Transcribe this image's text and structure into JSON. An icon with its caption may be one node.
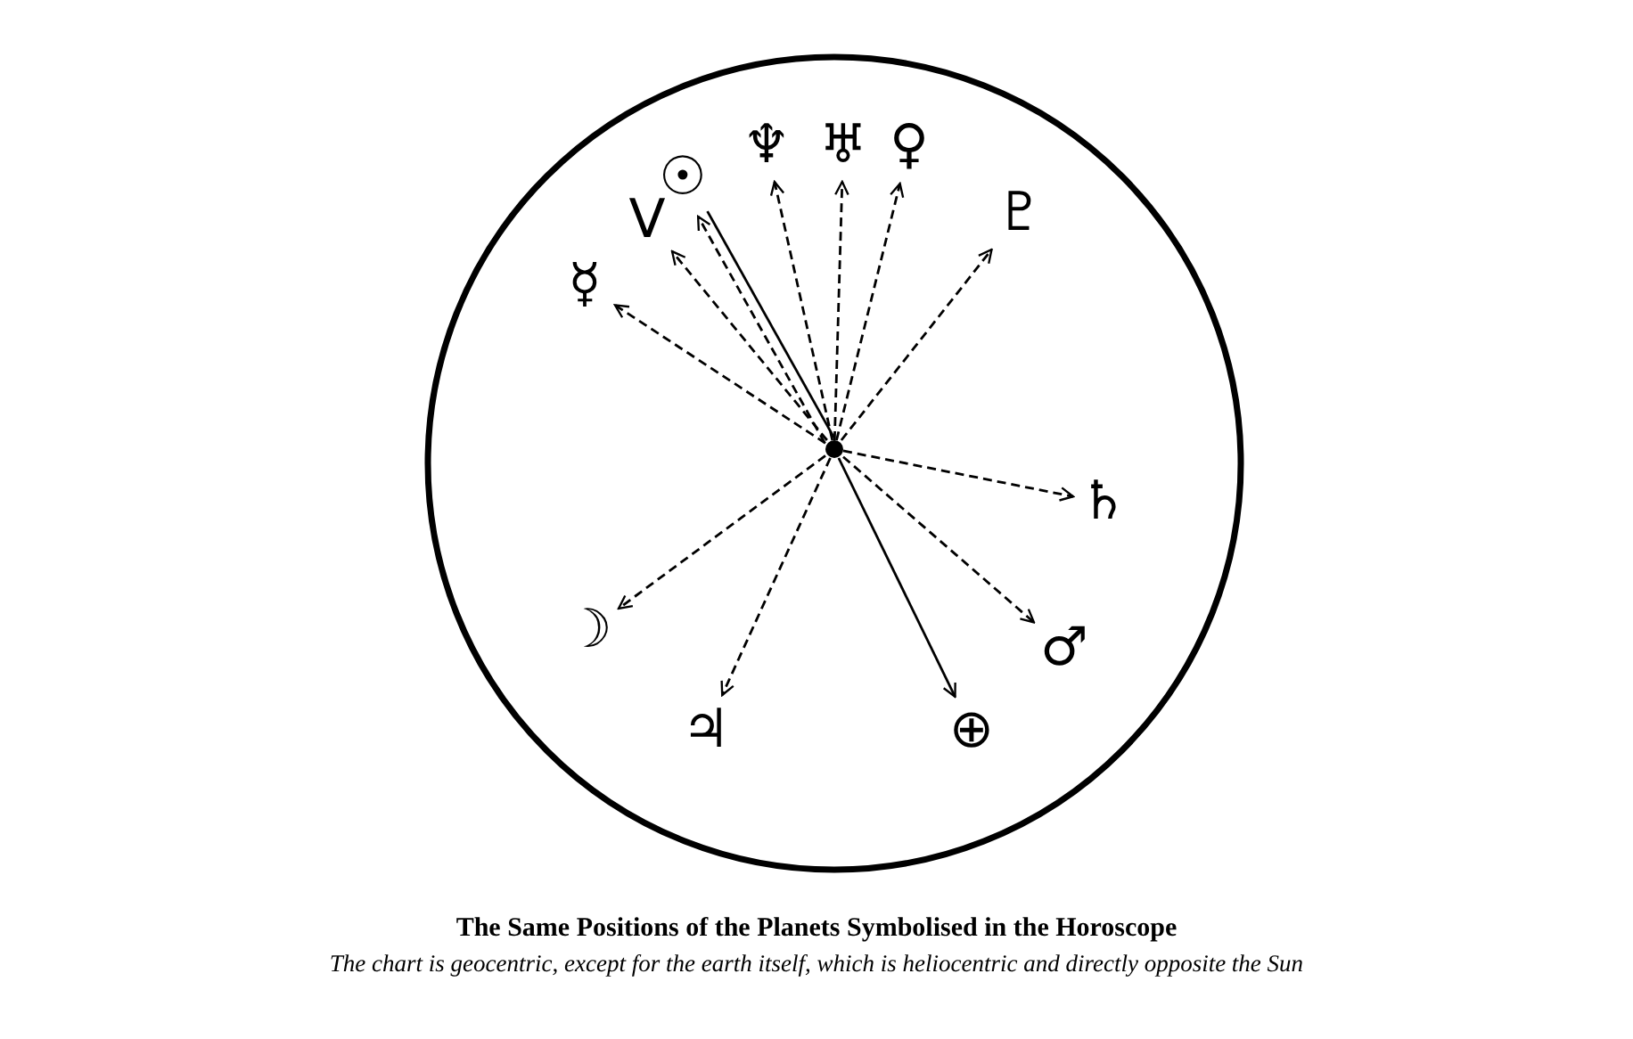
{
  "diagram": {
    "title": "The Same Positions of the Planets Symbolised in the Horoscope",
    "caption": "The chart is geocentric, except for the earth itself, which is heliocentric and directly opposite the Sun",
    "nodes": [
      {
        "text": [
          "☿"
        ]
      },
      {
        "text": [
          "V"
        ]
      },
      {
        "text": [
          "☉"
        ]
      },
      {
        "text": [
          "♆"
        ]
      },
      {
        "text": [
          "♅"
        ]
      },
      {
        "text": [
          "♀"
        ]
      },
      {
        "text": [
          "♇"
        ]
      },
      {
        "text": [],
        "shape": "circle"
      },
      {
        "text": [
          "♄"
        ]
      },
      {
        "text": [
          "☽"
        ]
      },
      {
        "text": [
          "♂"
        ]
      },
      {
        "text": [
          "♃"
        ]
      },
      {
        "text": [
          "⊕"
        ]
      }
    ],
    "edges": [
      {
        "from": 7,
        "to": 0,
        "arrow": "to",
        "style": "dashed"
      },
      {
        "from": 7,
        "to": 1,
        "arrow": "to",
        "style": "dashed"
      },
      {
        "from": 7,
        "to": 2,
        "arrow": "to",
        "style": "dashed"
      },
      {
        "from": 7,
        "to": 2,
        "arrow": "none"
      },
      {
        "from": 7,
        "to": 3,
        "arrow": "to",
        "style": "dashed"
      },
      {
        "from": 7,
        "to": 4,
        "arrow": "to",
        "style": "dashed"
      },
      {
        "from": 7,
        "to": 5,
        "arrow": "to",
        "style": "dashed"
      },
      {
        "from": 7,
        "to": 6,
        "arrow": "to",
        "style": "dashed"
      },
      {
        "from": 7,
        "to": 8,
        "arrow": "to",
        "style": "dashed"
      },
      {
        "from": 7,
        "to": 9,
        "arrow": "to",
        "style": "dashed"
      },
      {
        "from": 7,
        "to": 10,
        "arrow": "to",
        "style": "dashed"
      },
      {
        "from": 7,
        "to": 11,
        "arrow": "to",
        "style": "dashed"
      },
      {
        "from": 7,
        "to": 12,
        "arrow": "to"
      }
    ]
  }
}
